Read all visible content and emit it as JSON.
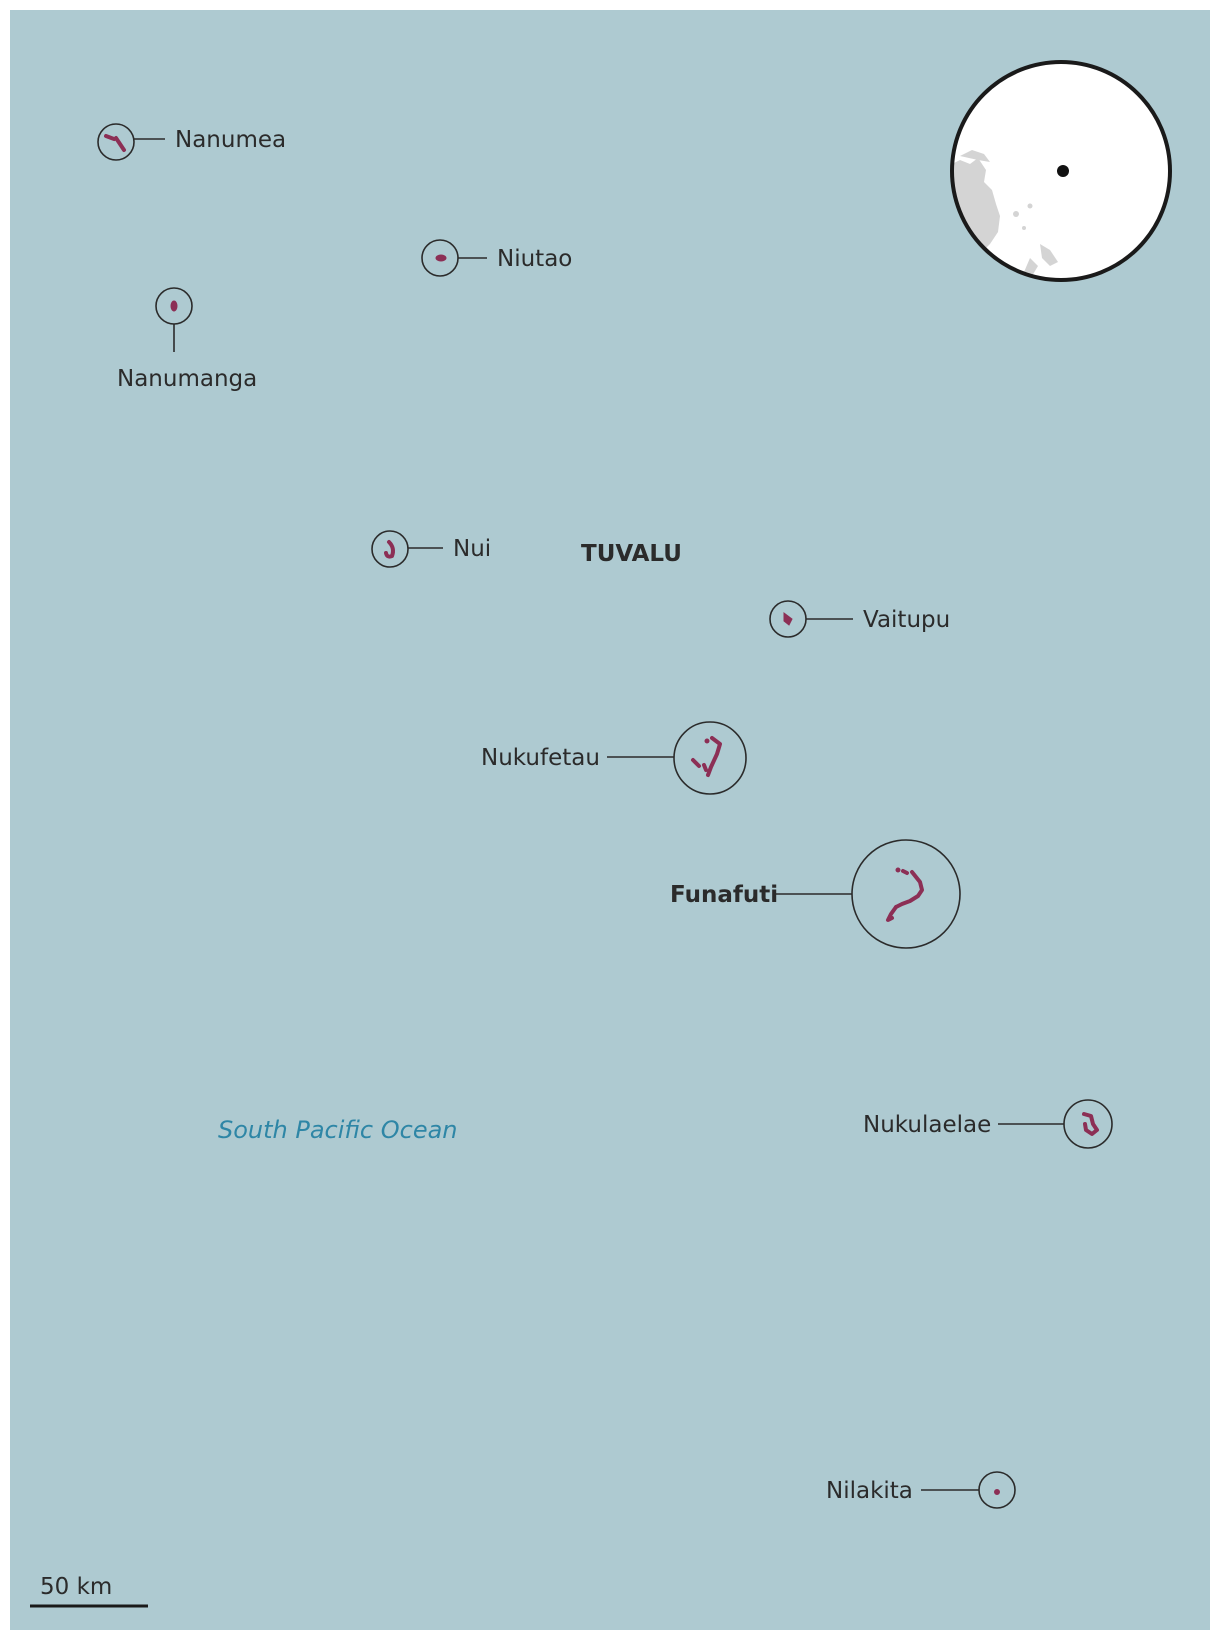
{
  "map": {
    "country_label": "TUVALU",
    "ocean_label": "South Pacific Ocean",
    "scale_bar_label": "50 km",
    "colors": {
      "ocean": "#aecad1",
      "island": "#8c2f55",
      "land_inset": "#d4d4d4",
      "ocean_text": "#2e86a6",
      "text": "#2b2b2b"
    },
    "islands": [
      {
        "name": "Nanumea"
      },
      {
        "name": "Niutao"
      },
      {
        "name": "Nanumanga"
      },
      {
        "name": "Nui"
      },
      {
        "name": "Vaitupu"
      },
      {
        "name": "Nukufetau"
      },
      {
        "name": "Funafuti"
      },
      {
        "name": "Nukulaelae"
      },
      {
        "name": "Nilakita"
      }
    ]
  }
}
